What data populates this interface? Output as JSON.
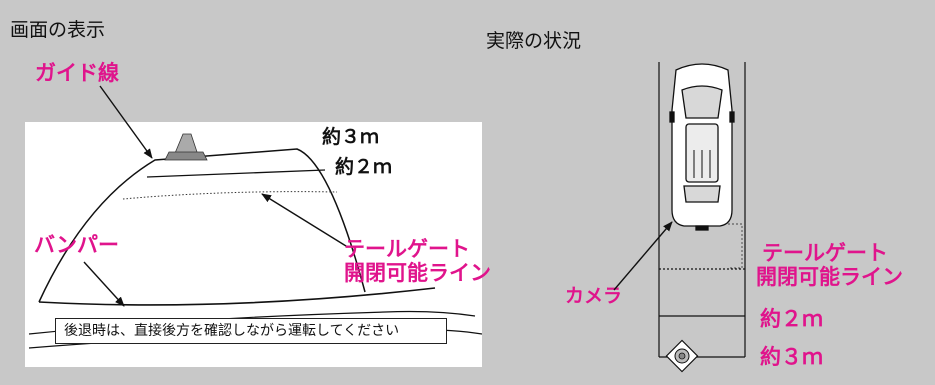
{
  "headings": {
    "screen_display": "画面の表示",
    "actual_situation": "実際の状況"
  },
  "screen_labels": {
    "guide_line": "ガイド線",
    "distance_3m": "約３ｍ",
    "distance_2m": "約２ｍ",
    "bumper": "バンパー",
    "tailgate_line_1": "テールゲート",
    "tailgate_line_2": "開閉可能ライン",
    "warning": "後退時は、直接後方を確認しながら運転してください"
  },
  "actual_labels": {
    "camera": "カメラ",
    "tailgate_line_1": "テールゲート",
    "tailgate_line_2": "開閉可能ライン",
    "distance_2m": "約２ｍ",
    "distance_3m": "約３ｍ"
  },
  "colors": {
    "background": "#c8c8c8",
    "accent_magenta": "#e0148c",
    "line": "#111111"
  }
}
